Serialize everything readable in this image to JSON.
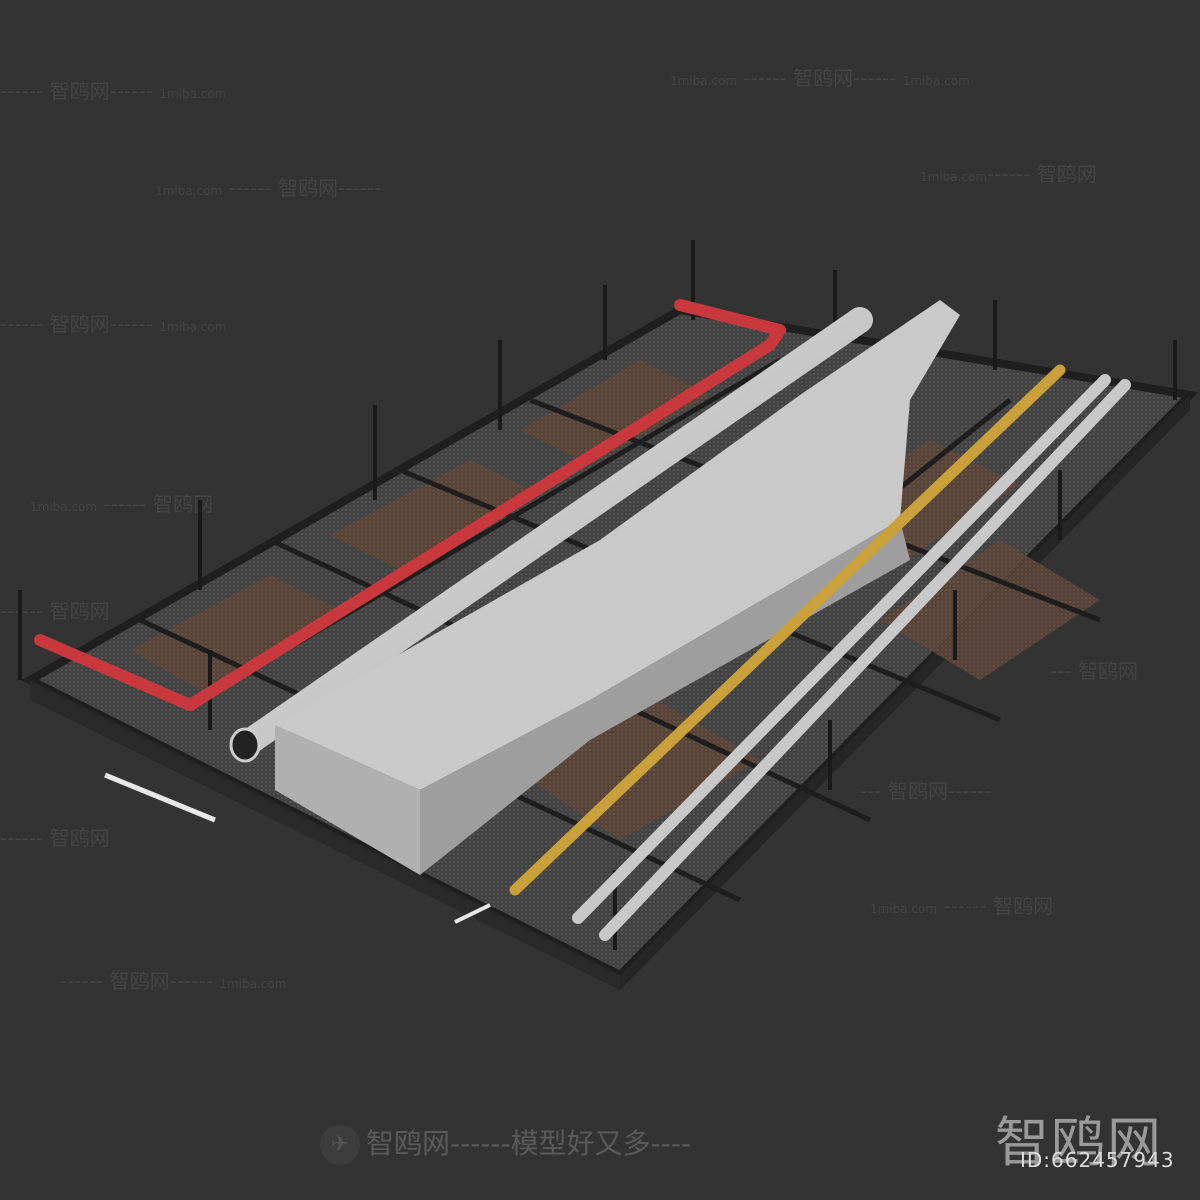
{
  "scene": {
    "description": "3D render of a suspended ceiling grid frame with mesh panels, a red bent pipe, a round silver duct, a large rectangular silver air duct, a yellow pipe and two silver pipes",
    "background_color": "#333333",
    "colors": {
      "red_pipe": "#c8383c",
      "yellow_pipe": "#c9a03a",
      "silver": "#c8c8c8",
      "frame": "#2a2a2a",
      "mesh_brown": "#5a4438",
      "mesh_gray": "#4a4a4a"
    }
  },
  "watermarks": {
    "site_cn": "智鸥网",
    "site_url": "1miba.com",
    "dashes": "------",
    "slogan": "智鸥网------模型好又多----",
    "logo_text": "智鸥网",
    "id_label": "ID:662457943"
  }
}
